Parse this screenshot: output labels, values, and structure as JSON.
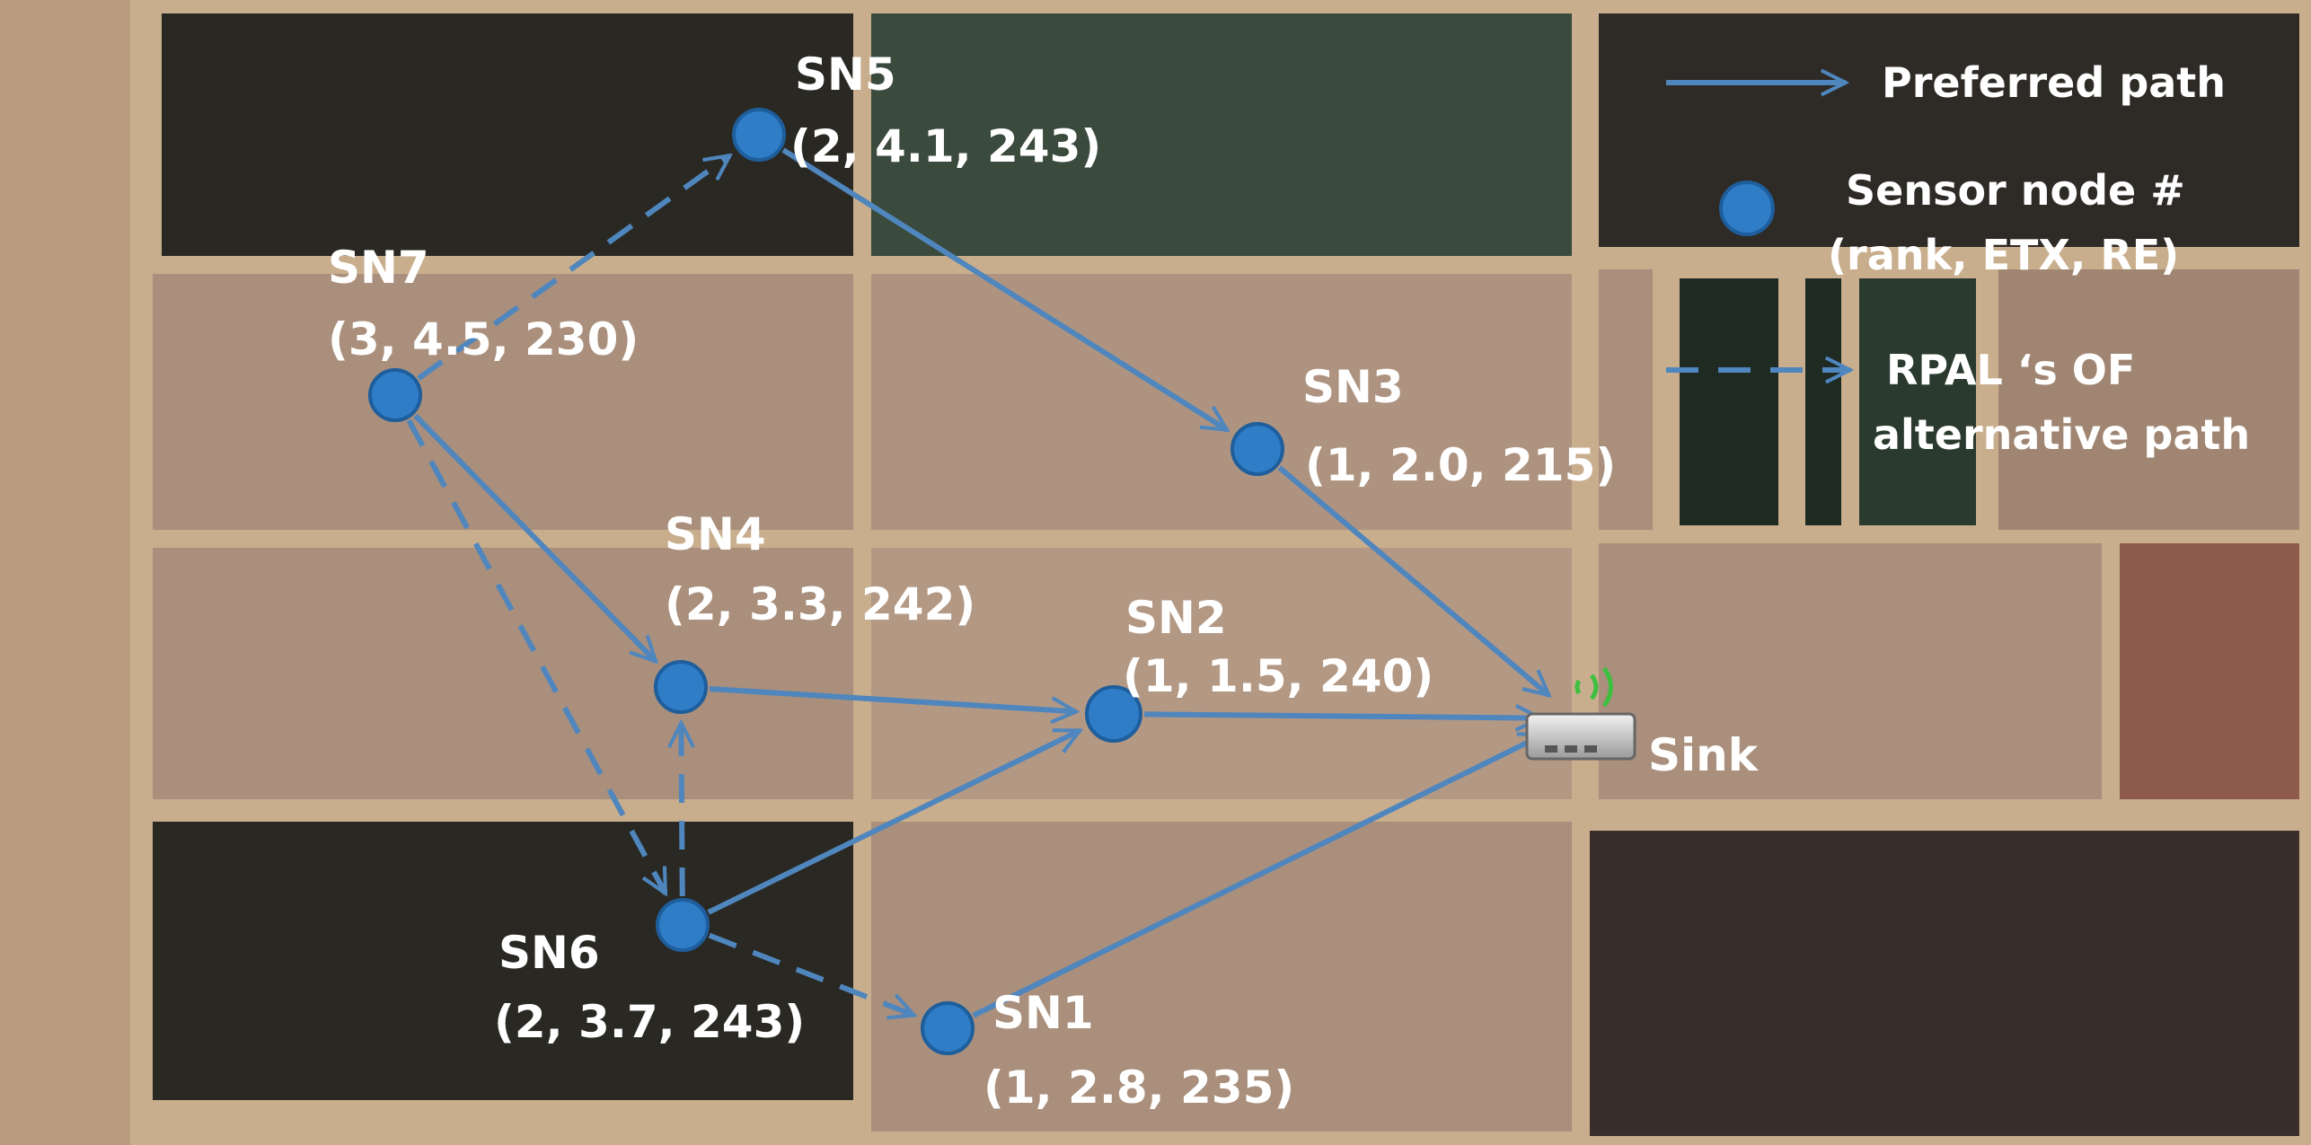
{
  "colors": {
    "edge": "#4F86BE",
    "node_fill": "#2F7DC7",
    "node_stroke": "#1E5E9C",
    "label": "#FFFFFF",
    "field_light": "#A98F7C",
    "field_dark": "#2A2822",
    "road": "#C9AE8E"
  },
  "nodes": [
    {
      "id": "SN1",
      "name": "SN1",
      "params": "(1, 2.8, 235)"
    },
    {
      "id": "SN2",
      "name": "SN2",
      "params": "(1, 1.5, 240)"
    },
    {
      "id": "SN3",
      "name": "SN3",
      "params": "(1, 2.0, 215)"
    },
    {
      "id": "SN4",
      "name": "SN4",
      "params": "(2, 3.3, 242)"
    },
    {
      "id": "SN5",
      "name": "SN5",
      "params": "(2, 4.1, 243)"
    },
    {
      "id": "SN6",
      "name": "SN6",
      "params": "(2, 3.7, 243)"
    },
    {
      "id": "SN7",
      "name": "SN7",
      "params": "(3, 4.5, 230)"
    }
  ],
  "sink": {
    "label": "Sink",
    "icon": "router-icon"
  },
  "edges": [
    {
      "from": "SN7",
      "to": "SN4",
      "kind": "preferred"
    },
    {
      "from": "SN5",
      "to": "SN3",
      "kind": "preferred"
    },
    {
      "from": "SN3",
      "to": "Sink",
      "kind": "preferred"
    },
    {
      "from": "SN4",
      "to": "SN2",
      "kind": "preferred"
    },
    {
      "from": "SN2",
      "to": "Sink",
      "kind": "preferred"
    },
    {
      "from": "SN6",
      "to": "SN2",
      "kind": "preferred"
    },
    {
      "from": "SN1",
      "to": "Sink",
      "kind": "preferred"
    },
    {
      "from": "SN7",
      "to": "SN5",
      "kind": "alternative"
    },
    {
      "from": "SN7",
      "to": "SN6",
      "kind": "alternative"
    },
    {
      "from": "SN6",
      "to": "SN4",
      "kind": "alternative"
    },
    {
      "from": "SN6",
      "to": "SN1",
      "kind": "alternative"
    }
  ],
  "legend": {
    "preferred": "Preferred path",
    "node_line1": "Sensor node #",
    "node_line2": "(rank, ETX, RE)",
    "alt_line1": "RPAL ‘s OF",
    "alt_line2": "alternative path"
  }
}
